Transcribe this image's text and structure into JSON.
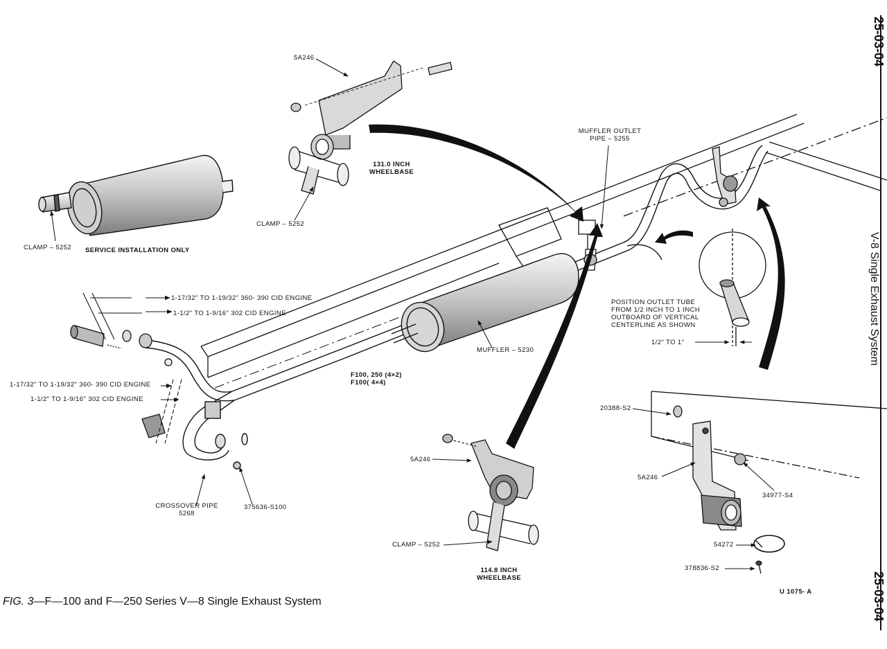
{
  "page": {
    "number_top": "25-03-04",
    "number_bottom": "25-03-04",
    "section_title": "V-8 Single Exhaust System"
  },
  "caption": {
    "fig": "FIG. 3",
    "text": "—F—100 and F—250 Series V—8 Single Exhaust System"
  },
  "drawing_code": "U 1075- A",
  "labels": {
    "bracket_top": "5A246",
    "wheelbase_131_line1": "131.0 INCH",
    "wheelbase_131_line2": "WHEELBASE",
    "clamp_top": "CLAMP – 5252",
    "muffler_outlet_line1": "MUFFLER OUTLET",
    "muffler_outlet_line2": "PIPE – 5255",
    "clamp_service": "CLAMP – 5252",
    "service_only": "SERVICE INSTALLATION ONLY",
    "dim_360_upper": "1-17/32\" TO 1-19/32\" 360- 390 CID ENGINE",
    "dim_302_upper": "1-1/2\" TO 1-9/16\" 302 CID ENGINE",
    "dim_360_lower": "1-17/32\" TO 1-19/32\" 360- 390 CID ENGINE",
    "dim_302_lower": "1-1/2\" TO 1-9/16\" 302 CID ENGINE",
    "muffler": "MUFFLER – 5230",
    "models_line1": "F100, 250 (4×2)",
    "models_line2": "F100( 4×4)",
    "position_line1": "POSITION OUTLET TUBE",
    "position_line2": "FROM 1/2 INCH TO 1 INCH",
    "position_line3": "OUTBOARD OF VERTICAL",
    "position_line4": "CENTERLINE AS SHOWN",
    "half_to_one": "1/2\" TO 1\"",
    "crossover_line1": "CROSSOVER PIPE",
    "crossover_line2": "5268",
    "bolt_375636": "375636-S100",
    "bracket_mid": "5A246",
    "clamp_bottom": "CLAMP – 5252",
    "wheelbase_114_line1": "114.8 INCH",
    "wheelbase_114_line2": "WHEELBASE",
    "bolt_20388": "20388-S2",
    "bracket_right": "5A246",
    "nut_34977": "34977-S4",
    "clamp_54272": "54272",
    "screw_378836": "378836-S2"
  }
}
